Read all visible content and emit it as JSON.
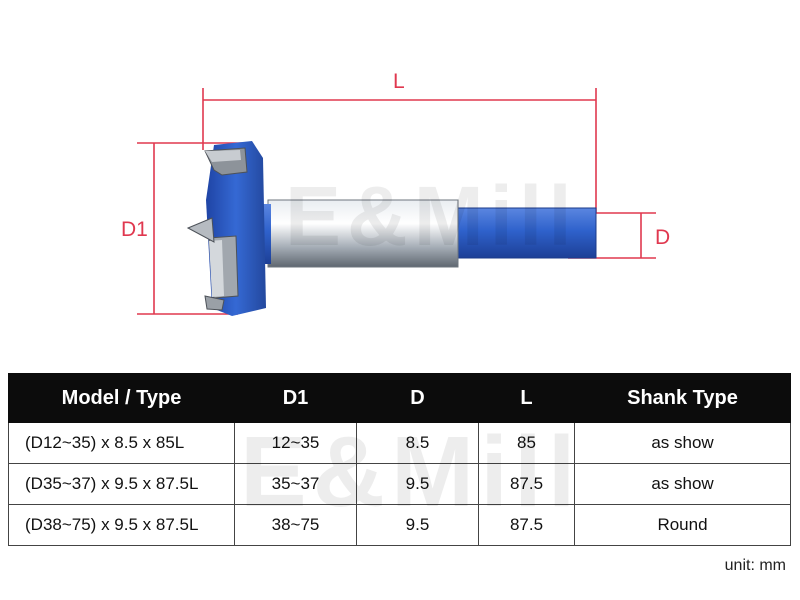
{
  "diagram": {
    "label_L": "L",
    "label_D1": "D1",
    "label_D": "D",
    "dimension_color": "#e0384f",
    "body_color": "#2e61c9",
    "shank_color": "#9aa3ad"
  },
  "watermark": "E&Mill",
  "table": {
    "headers": [
      "Model / Type",
      "D1",
      "D",
      "L",
      "Shank Type"
    ],
    "rows": [
      [
        "(D12~35) x 8.5 x 85L",
        "12~35",
        "8.5",
        "85",
        "as show"
      ],
      [
        "(D35~37) x 9.5 x 87.5L",
        "35~37",
        "9.5",
        "87.5",
        "as show"
      ],
      [
        "(D38~75) x 9.5 x 87.5L",
        "38~75",
        "9.5",
        "87.5",
        "Round"
      ]
    ]
  },
  "unit": "unit: mm"
}
